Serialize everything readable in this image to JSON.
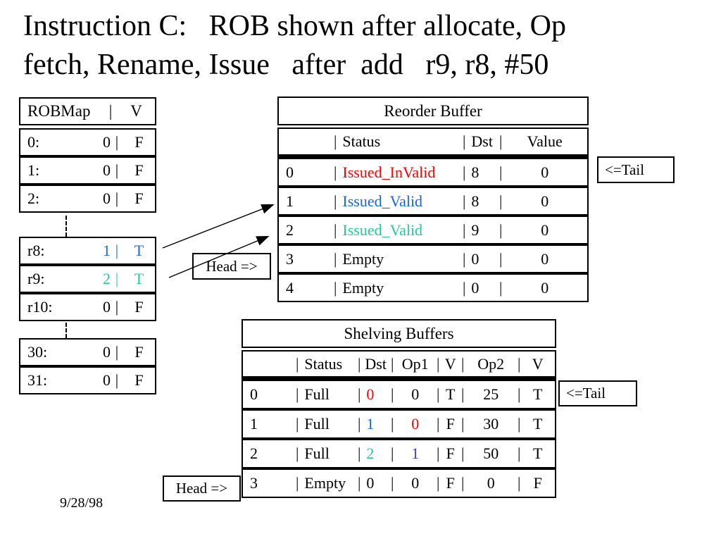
{
  "slide": {
    "title_line1": "Instruction C:   ROB shown after allocate, Op",
    "title_line2": "fetch, Rename, Issue   after  add   r9, r8, #50",
    "date": "9/28/98"
  },
  "glyphs": {
    "pipe": "|"
  },
  "labels": {
    "tail": "<=Tail",
    "head": "Head =>"
  },
  "colors": {
    "black": "#000000",
    "red": "#FF0000",
    "blue": "#1666F0",
    "green": "#21CC99",
    "darkblue": "#4141CC"
  },
  "robmap": {
    "header_label": "ROBMap",
    "header_v": "V",
    "rows": [
      {
        "label": "0:",
        "value": "0",
        "flag": "F"
      },
      {
        "label": "1:",
        "value": "0",
        "flag": "F"
      },
      {
        "label": "2:",
        "value": "0",
        "flag": "F"
      },
      {
        "label": "r8:",
        "value": "1",
        "flag": "T"
      },
      {
        "label": "r9:",
        "value": "2",
        "flag": "T"
      },
      {
        "label": "r10:",
        "value": "0",
        "flag": "F"
      },
      {
        "label": "30:",
        "value": "0",
        "flag": "F"
      },
      {
        "label": "31:",
        "value": "0",
        "flag": "F"
      }
    ]
  },
  "rob": {
    "title": "Reorder Buffer",
    "col_status": "Status",
    "col_dst": "Dst",
    "col_value": "Value",
    "rows": [
      {
        "num": "0",
        "status": "Issued_InValid",
        "dst": "8",
        "value": "0"
      },
      {
        "num": "1",
        "status": "Issued_Valid",
        "dst": "8",
        "value": "0"
      },
      {
        "num": "2",
        "status": "Issued_Valid",
        "dst": "9",
        "value": "0"
      },
      {
        "num": "3",
        "status": "Empty",
        "dst": "0",
        "value": "0"
      },
      {
        "num": "4",
        "status": "Empty",
        "dst": "0",
        "value": "0"
      }
    ]
  },
  "shelving": {
    "title": "Shelving Buffers",
    "col_status": "Status",
    "col_dst": "Dst",
    "col_op1": "Op1",
    "col_v1": "V",
    "col_op2": "Op2",
    "col_v2": "V",
    "rows": [
      {
        "num": "0",
        "status": "Full",
        "dst": "0",
        "op1": "0",
        "v1": "T",
        "op2": "25",
        "v2": "T"
      },
      {
        "num": "1",
        "status": "Full",
        "dst": "1",
        "op1": "0",
        "v1": "F",
        "op2": "30",
        "v2": "T"
      },
      {
        "num": "2",
        "status": "Full",
        "dst": "2",
        "op1": "1",
        "v1": "F",
        "op2": "50",
        "v2": "T"
      },
      {
        "num": "3",
        "status": "Empty",
        "dst": "0",
        "op1": "0",
        "v1": "F",
        "op2": "0",
        "v2": "F"
      }
    ]
  }
}
